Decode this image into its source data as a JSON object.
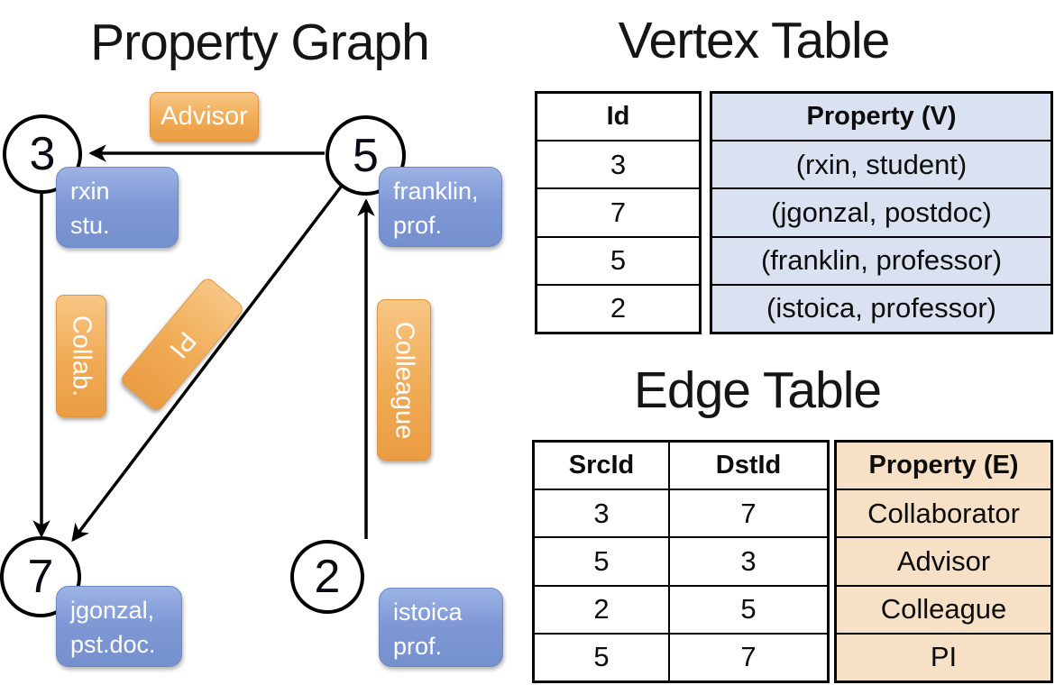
{
  "graph": {
    "title": "Property Graph",
    "nodes": [
      {
        "id": "3"
      },
      {
        "id": "5"
      },
      {
        "id": "7"
      },
      {
        "id": "2"
      }
    ],
    "property_boxes": [
      {
        "node": "3",
        "line1": "rxin",
        "line2": "stu."
      },
      {
        "node": "5",
        "line1": "franklin,",
        "line2": "prof."
      },
      {
        "node": "7",
        "line1": "jgonzal,",
        "line2": "pst.doc."
      },
      {
        "node": "2",
        "line1": "istoica",
        "line2": "prof."
      }
    ],
    "edge_labels": [
      {
        "edge": "5-to-3",
        "text": "Advisor"
      },
      {
        "edge": "3-to-7",
        "text": "Collab."
      },
      {
        "edge": "5-to-7",
        "text": "PI"
      },
      {
        "edge": "2-to-5",
        "text": "Colleague"
      }
    ]
  },
  "vertex_table": {
    "title": "Vertex Table",
    "columns": [
      "Id",
      "Property (V)"
    ],
    "rows": [
      [
        "3",
        "(rxin, student)"
      ],
      [
        "7",
        "(jgonzal, postdoc)"
      ],
      [
        "5",
        "(franklin, professor)"
      ],
      [
        "2",
        "(istoica, professor)"
      ]
    ]
  },
  "edge_table": {
    "title": "Edge Table",
    "columns": [
      "SrcId",
      "DstId",
      "Property (E)"
    ],
    "rows": [
      [
        "3",
        "7",
        "Collaborator"
      ],
      [
        "5",
        "3",
        "Advisor"
      ],
      [
        "2",
        "5",
        "Colleague"
      ],
      [
        "5",
        "7",
        "PI"
      ]
    ]
  },
  "colors": {
    "edge_label_orange": "#f0ab55",
    "property_box_blue": "#8099d6",
    "vertex_property_fill": "#dae2f2",
    "edge_property_fill": "#f6e0c6",
    "line_black": "#000000"
  }
}
